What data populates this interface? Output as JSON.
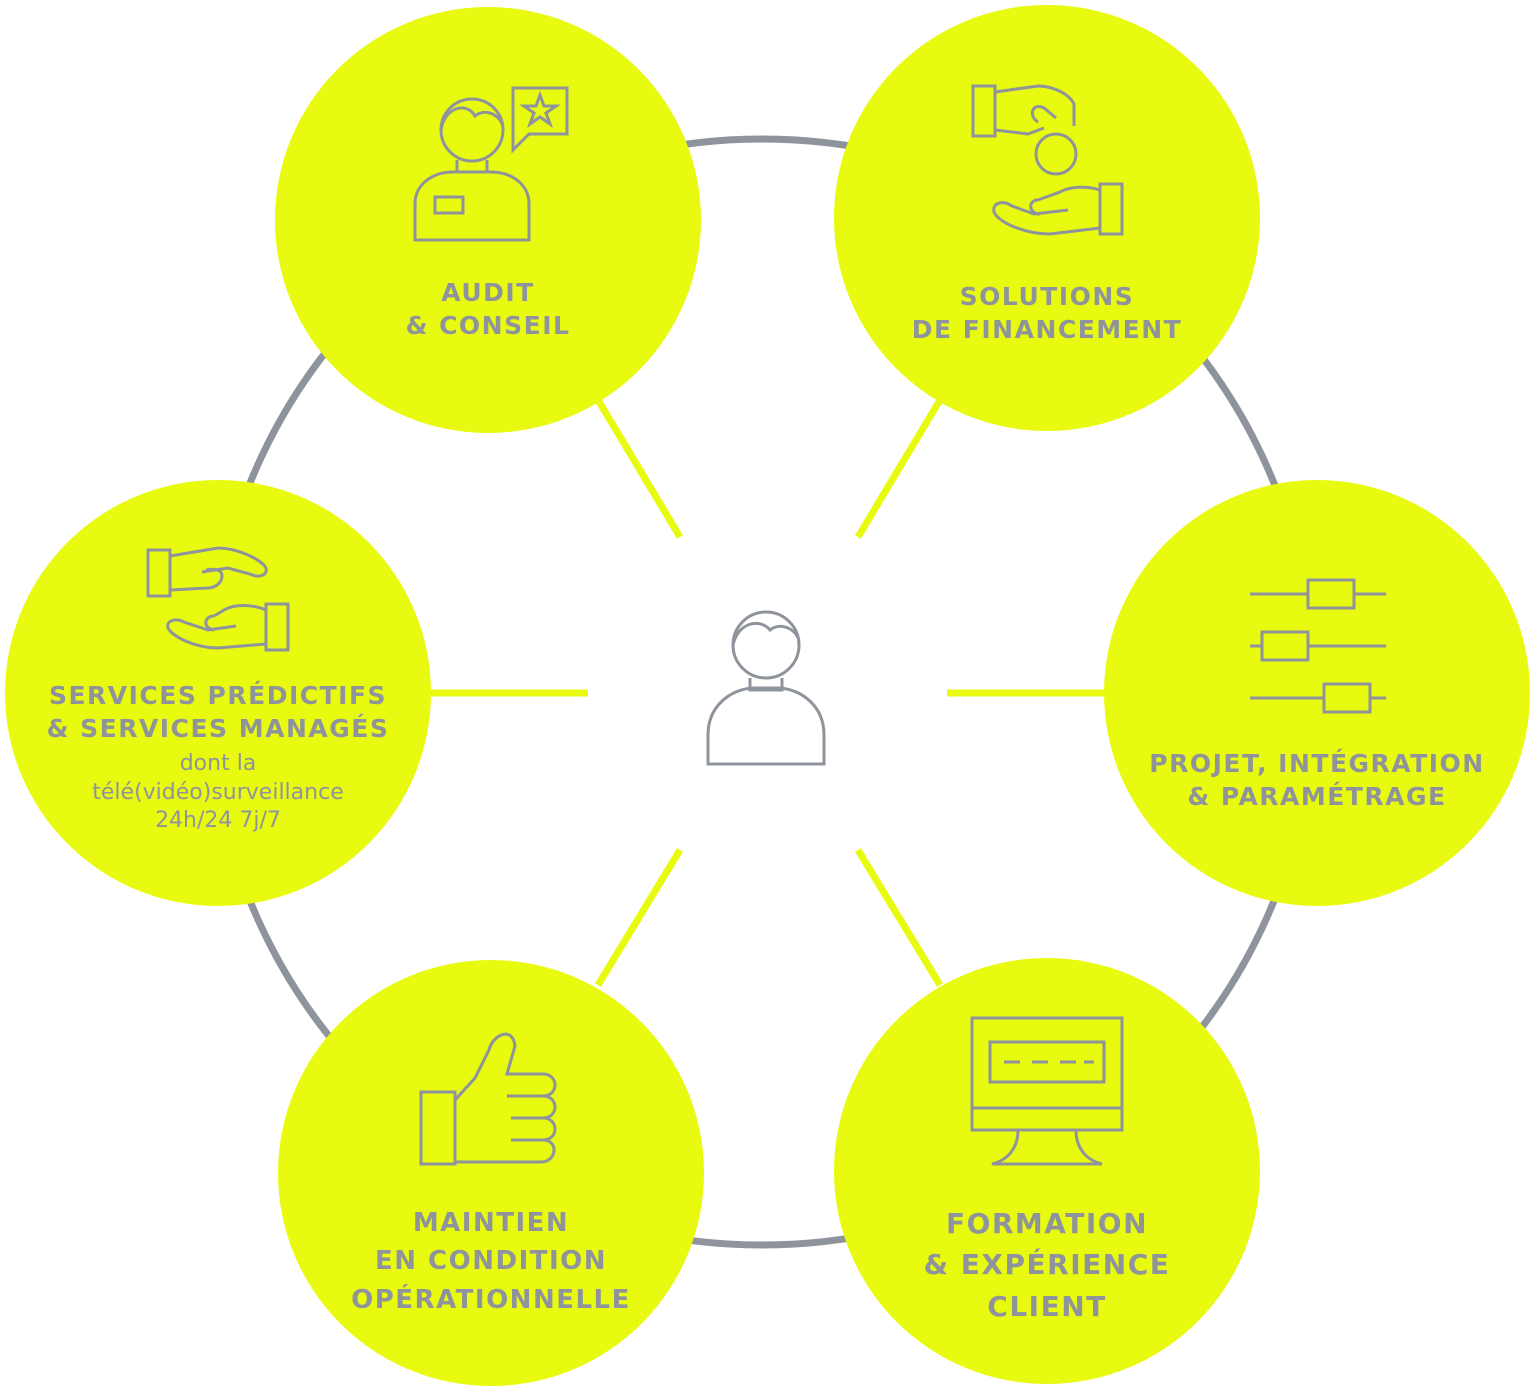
{
  "colors": {
    "accent": "#e8fa0f",
    "ring": "#8e939c",
    "text": "#8e939c",
    "background": "#ffffff"
  },
  "center": {
    "icon": "user-icon"
  },
  "nodes": [
    {
      "id": "audit",
      "icon": "consultant-star-icon",
      "lines": [
        "AUDIT",
        "& CONSEIL"
      ]
    },
    {
      "id": "financing",
      "icon": "coin-hands-icon",
      "lines": [
        "SOLUTIONS",
        "DE FINANCEMENT"
      ]
    },
    {
      "id": "project",
      "icon": "sliders-icon",
      "lines": [
        "PROJET, INTÉGRATION",
        "& PARAMÉTRAGE"
      ]
    },
    {
      "id": "training",
      "icon": "monitor-icon",
      "lines": [
        "FORMATION",
        "& EXPÉRIENCE",
        "CLIENT"
      ]
    },
    {
      "id": "maintenance",
      "icon": "thumbs-up-icon",
      "lines": [
        "MAINTIEN",
        "EN CONDITION",
        "OPÉRATIONNELLE"
      ]
    },
    {
      "id": "services",
      "icon": "open-hands-icon",
      "lines": [
        "SERVICES PRÉDICTIFS",
        "& SERVICES MANAGÉS"
      ],
      "sublines": [
        "dont la",
        "télé(vidéo)surveillance",
        "24h/24 7j/7"
      ]
    }
  ]
}
